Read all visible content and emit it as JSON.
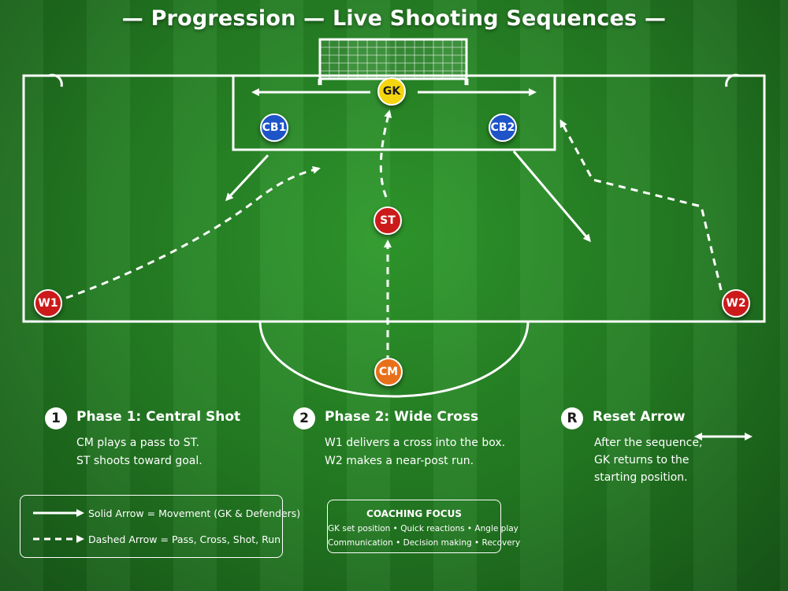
{
  "title": "— Progression — Live Shooting Sequences —",
  "players": {
    "gk": {
      "label": "GK",
      "color": "#f5d50f",
      "text": "#1a1a1a"
    },
    "cb1": {
      "label": "CB1",
      "color": "#1e54c8",
      "text": "#ffffff"
    },
    "cb2": {
      "label": "CB2",
      "color": "#1e54c8",
      "text": "#ffffff"
    },
    "st": {
      "label": "ST",
      "color": "#cc1a1a",
      "text": "#ffffff"
    },
    "w1": {
      "label": "W1",
      "color": "#cc1a1a",
      "text": "#ffffff"
    },
    "w2": {
      "label": "W2",
      "color": "#cc1a1a",
      "text": "#ffffff"
    },
    "cm": {
      "label": "CM",
      "color": "#e8701a",
      "text": "#ffffff"
    }
  },
  "phases": [
    {
      "num": "1",
      "title": "Phase 1: Central Shot",
      "lines": [
        "CM plays a pass to ST.",
        "ST shoots toward goal."
      ]
    },
    {
      "num": "2",
      "title": "Phase 2: Wide Cross",
      "lines": [
        "W1 delivers a cross into the box.",
        "W2 makes a near-post run."
      ]
    },
    {
      "num": "R",
      "title": "Reset Arrow",
      "lines": [
        "After the sequence,",
        "GK returns to the",
        "starting position."
      ]
    }
  ],
  "legend": {
    "solid": "Solid Arrow = Movement (GK & Defenders)",
    "dashed": "Dashed Arrow = Pass, Cross, Shot, Run"
  },
  "coaching_focus": {
    "title": "COACHING FOCUS",
    "line1": "GK set position • Quick reactions • Angle play",
    "line2": "Communication • Decision making • Recovery"
  }
}
